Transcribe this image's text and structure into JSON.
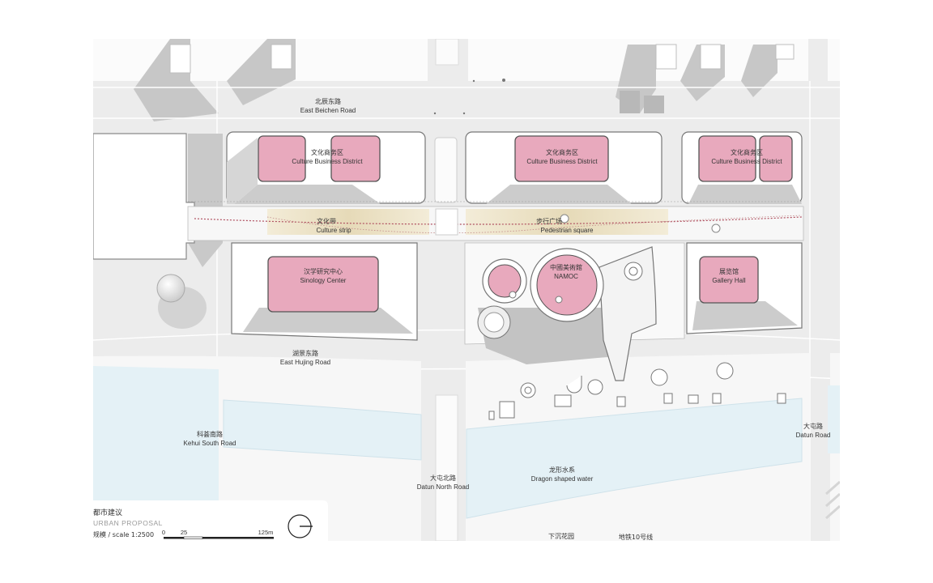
{
  "labels": {
    "road_beichen": {
      "zh": "北辰东路",
      "en": "East Beichen Road"
    },
    "road_hujing": {
      "zh": "湖景东路",
      "en": "East Hujing Road"
    },
    "road_kehui": {
      "zh": "科荟南路",
      "en": "Kehui South Road"
    },
    "road_datun_north": {
      "zh": "大屯北路",
      "en": "Datun North Road"
    },
    "road_datun": {
      "zh": "大屯路",
      "en": "Datun Road"
    },
    "culture_business_1": {
      "zh": "文化商务区",
      "en": "Culture Business District"
    },
    "culture_business_2": {
      "zh": "文化商务区",
      "en": "Culture Business District"
    },
    "culture_business_3": {
      "zh": "文化商务区",
      "en": "Culture Business District"
    },
    "culture_strip": {
      "zh": "文化带",
      "en": "Culture strip"
    },
    "pedestrian_square": {
      "zh": "步行广场",
      "en": "Pedestrian square"
    },
    "sinology_center": {
      "zh": "汉学研究中心",
      "en": "Sinology Center"
    },
    "namoc": {
      "zh": "中國美術館",
      "en": "NAMOC"
    },
    "gallery_hall": {
      "zh": "展览馆",
      "en": "Gallery Hall"
    },
    "dragon_water": {
      "zh": "龙形水系",
      "en": "Dragon shaped water"
    },
    "sunken_garden": {
      "zh": "下沉花园"
    },
    "metro_line": {
      "zh": "地铁10号线"
    }
  },
  "legend": {
    "title_zh": "都市建议",
    "title_en": "URBAN PROPOSAL",
    "scale_label": "规模 / scale 1:2500",
    "ticks": [
      "0",
      "25",
      "125m"
    ]
  },
  "colors": {
    "building_pink": "#e8a9bd",
    "plot": "#ffffff",
    "road": "#ededed",
    "water": "#e4f1f6",
    "strip": "#ece3c9",
    "shadow": "#c9c9c9"
  }
}
